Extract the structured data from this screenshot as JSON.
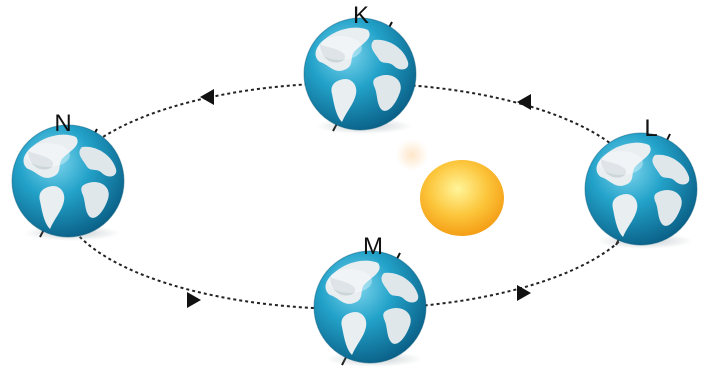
{
  "diagram": {
    "positions": {
      "K": {
        "label": "K"
      },
      "L": {
        "label": "L"
      },
      "M": {
        "label": "M"
      },
      "N": {
        "label": "N"
      }
    },
    "colors": {
      "ocean": "#1f9ec4",
      "ocean_dark": "#0b6f99",
      "land": "#e9eef1",
      "land_shade": "#b9c6cc",
      "sun_inner": "#fff176",
      "sun_outer": "#f7a21a",
      "orbit": "#222222",
      "axis": "#111111"
    },
    "icons": [
      "earth-icon",
      "sun-icon",
      "orbit-arrow-icon"
    ]
  }
}
